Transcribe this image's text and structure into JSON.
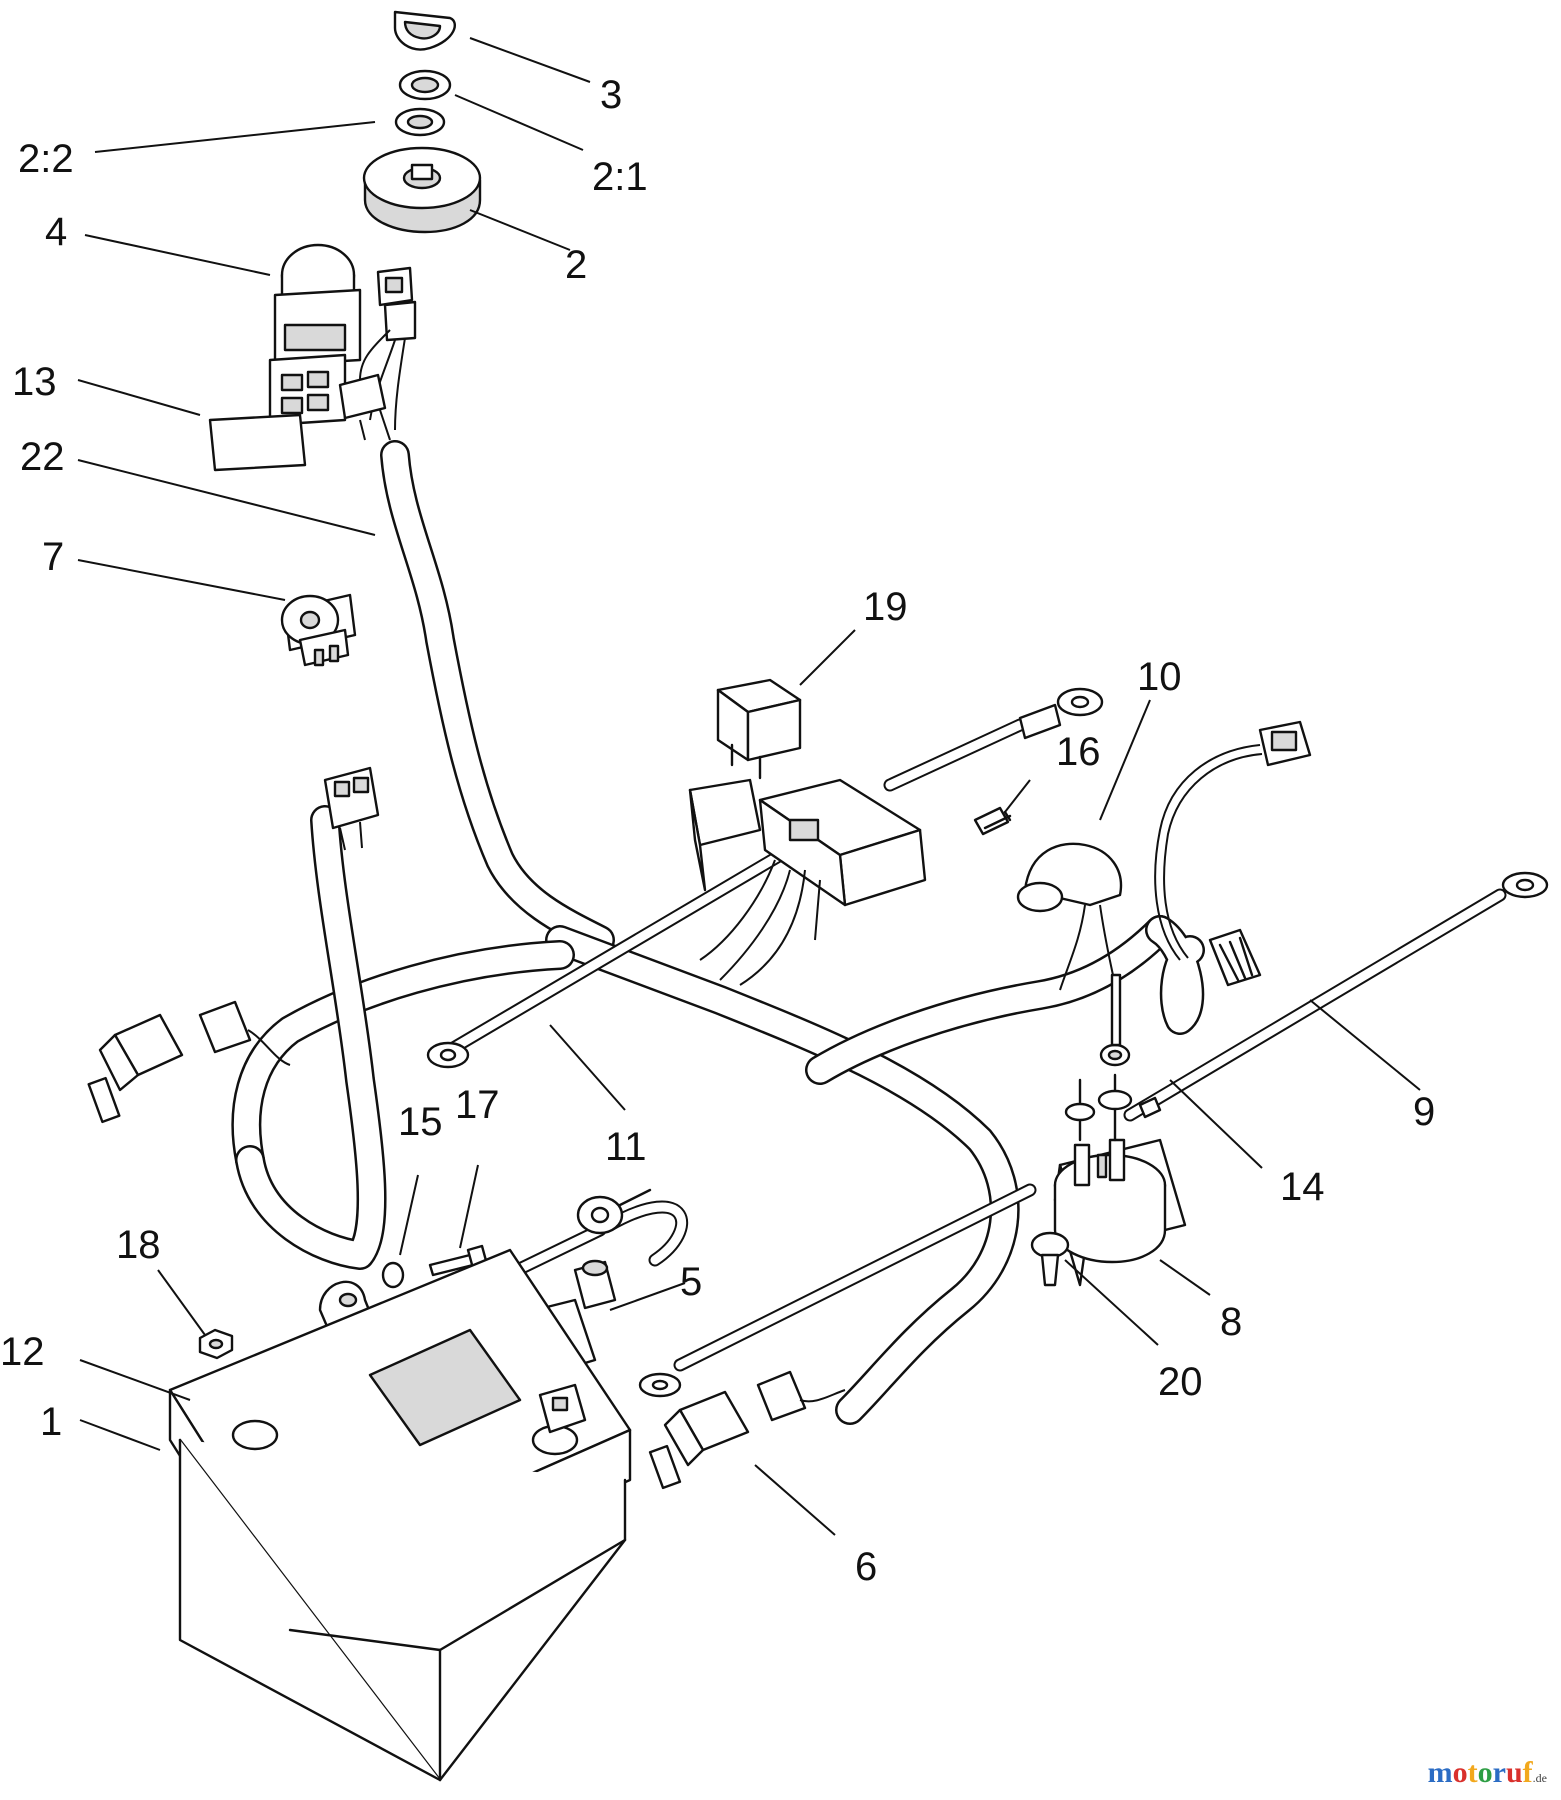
{
  "callouts": {
    "c3": "3",
    "c2_2": "2:2",
    "c2_1": "2:1",
    "c4": "4",
    "c2": "2",
    "c13": "13",
    "c22": "22",
    "c7": "7",
    "c19": "19",
    "c10": "10",
    "c16": "16",
    "c15": "15",
    "c17": "17",
    "c11": "11",
    "c18": "18",
    "c5": "5",
    "c12": "12",
    "c1": "1",
    "c9": "9",
    "c14": "14",
    "c8": "8",
    "c20": "20",
    "c6": "6"
  },
  "watermark": {
    "text": "motoruf",
    "suffix": ".de",
    "colors": [
      "#2b6cc4",
      "#d9302c",
      "#f2a81d",
      "#2e9e44"
    ]
  }
}
